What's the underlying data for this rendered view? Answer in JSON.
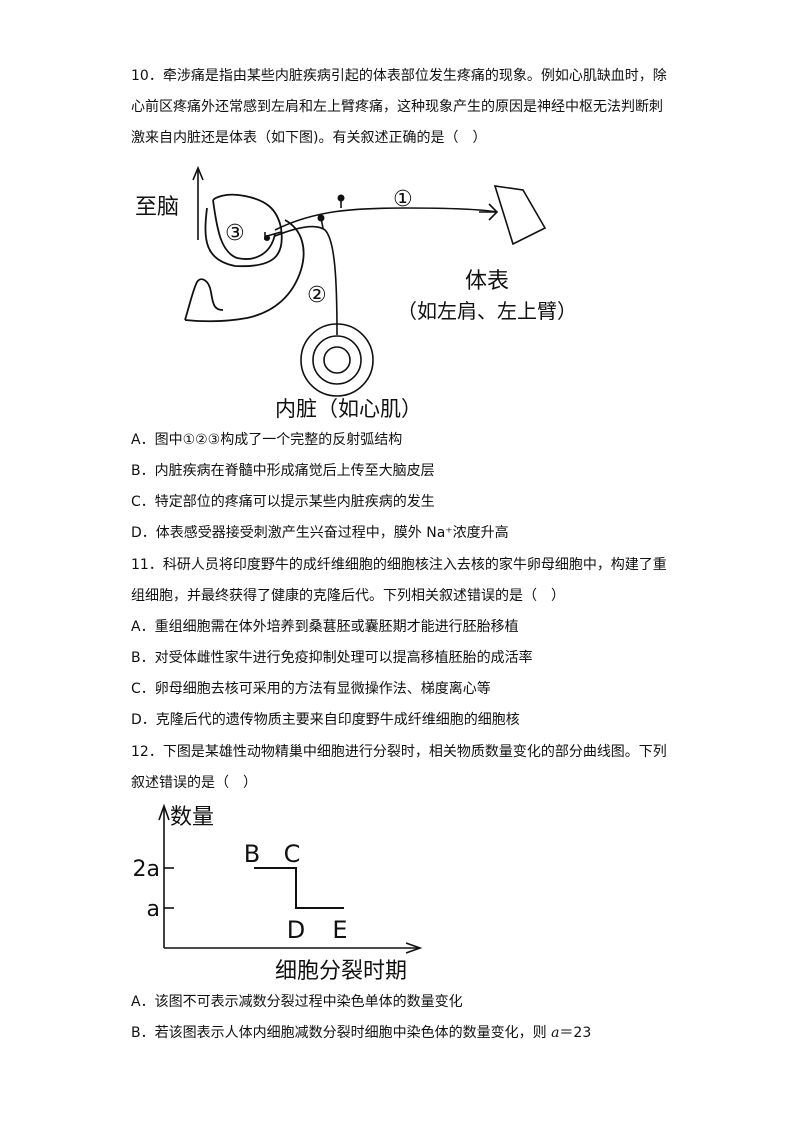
{
  "q10": {
    "line1": "10．牵涉痛是指由某些内脏疾病引起的体表部位发生疼痛的现象。例如心肌缺血时，除",
    "line2": "心前区疼痛外还常感到左肩和左上臂疼痛，这种现象产生的原因是神经中枢无法判断刺",
    "line3": "激来自内脏还是体表（如下图)。有关叙述正确的是（　）",
    "figure": {
      "label_brain": "至脑",
      "label_1": "①",
      "label_2": "②",
      "label_3": "③",
      "label_body": "体表",
      "label_body_sub": "（如左肩、左上臂）",
      "label_organ": "内脏（如心肌）"
    },
    "optA": "A．图中①②③构成了一个完整的反射弧结构",
    "optB": "B．内脏疾病在脊髓中形成痛觉后上传至大脑皮层",
    "optC": "C．特定部位的疼痛可以提示某些内脏疾病的发生",
    "optD": "D．体表感受器接受刺激产生兴奋过程中，膜外 Na⁺浓度升高"
  },
  "q11": {
    "line1": "11．科研人员将印度野牛的成纤维细胞的细胞核注入去核的家牛卵母细胞中，构建了重",
    "line2": "组细胞，并最终获得了健康的克隆后代。下列相关叙述错误的是（　）",
    "optA": "A．重组细胞需在体外培养到桑葚胚或囊胚期才能进行胚胎移植",
    "optB": "B．对受体雌性家牛进行免疫抑制处理可以提高移植胚胎的成活率",
    "optC": "C．卵母细胞去核可采用的方法有显微操作法、梯度离心等",
    "optD": "D．克隆后代的遗传物质主要来自印度野牛成纤维细胞的细胞核"
  },
  "q12": {
    "line1": "12．下图是某雄性动物精巢中细胞进行分裂时，相关物质数量变化的部分曲线图。下列",
    "line2": "叙述错误的是（　）",
    "optA": "A．该图不可表示减数分裂过程中染色单体的数量变化",
    "optB_prefix": "B．若该图表示人体内细胞减数分裂时细胞中染色体的数量变化，则 ",
    "optB_var": "a",
    "optB_suffix": "＝23"
  },
  "chart_data": {
    "type": "line",
    "xlabel": "细胞分裂时期",
    "ylabel": "数量",
    "y_ticks": [
      "2a",
      "a"
    ],
    "points": [
      {
        "label": "B",
        "level": "2a"
      },
      {
        "label": "C",
        "level": "2a"
      },
      {
        "label": "D",
        "level": "a"
      },
      {
        "label": "E",
        "level": "a"
      }
    ],
    "series": [
      {
        "values": [
          2,
          2,
          1,
          1
        ]
      }
    ]
  }
}
